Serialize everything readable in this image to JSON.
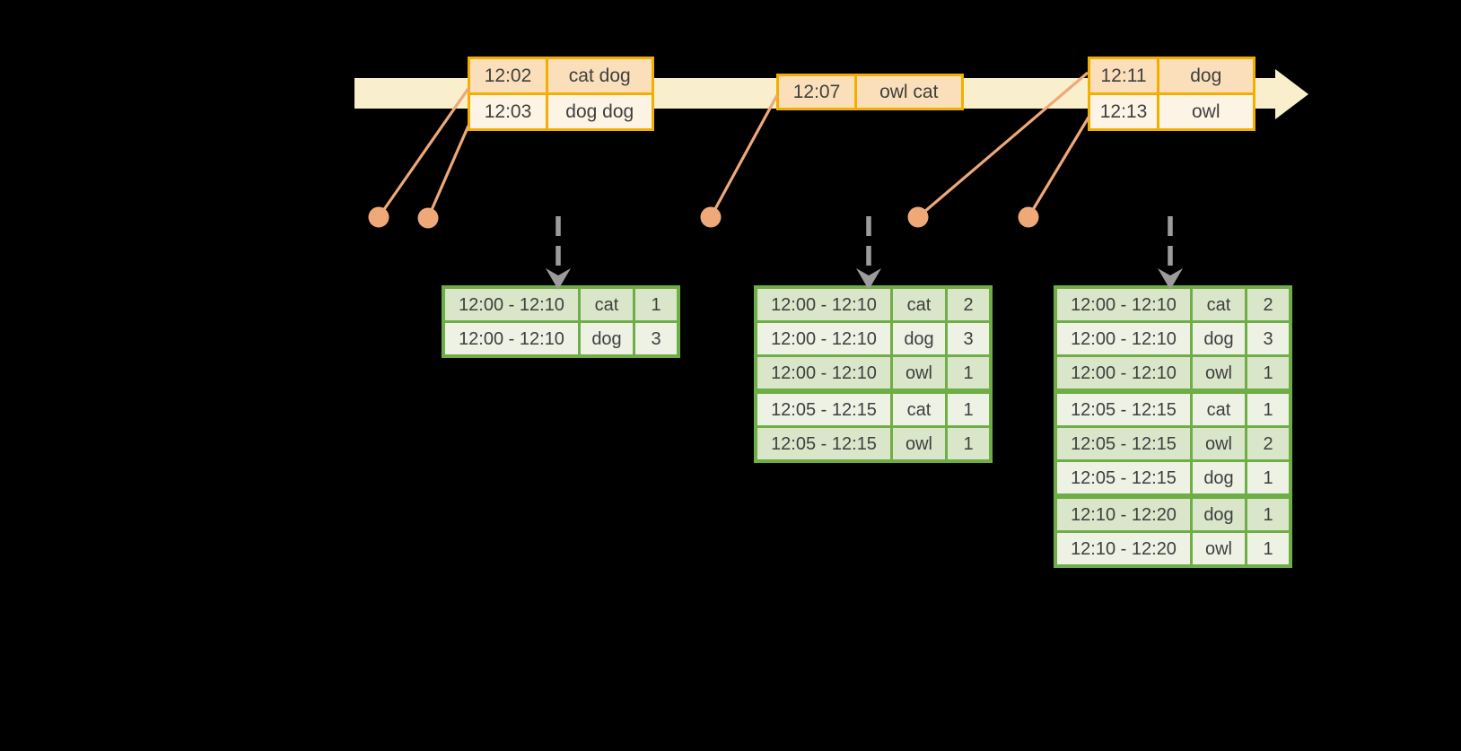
{
  "colors": {
    "background": "#000000",
    "timeline_fill": "#FAEFCC",
    "event_border": "#F2AF00",
    "event_row_dark": "#FBDFBA",
    "event_row_light": "#FDF4E5",
    "connector": "#EFA878",
    "trigger_arrow": "#9C9C9C",
    "table_border": "#6FAE46",
    "table_row_dark": "#D9E6CA",
    "table_row_light": "#EDF2E5",
    "text": "#3F3F3F"
  },
  "timeline": {
    "events": [
      {
        "rows": [
          {
            "time": "12:02",
            "words": "cat dog"
          },
          {
            "time": "12:03",
            "words": "dog dog"
          }
        ]
      },
      {
        "rows": [
          {
            "time": "12:07",
            "words": "owl cat"
          }
        ]
      },
      {
        "rows": [
          {
            "time": "12:11",
            "words": "dog"
          },
          {
            "time": "12:13",
            "words": "owl"
          }
        ]
      }
    ]
  },
  "result_tables": [
    {
      "rows": [
        {
          "window": "12:00 - 12:10",
          "word": "cat",
          "count": "1"
        },
        {
          "window": "12:00 - 12:10",
          "word": "dog",
          "count": "3"
        }
      ]
    },
    {
      "rows": [
        {
          "window": "12:00 - 12:10",
          "word": "cat",
          "count": "2"
        },
        {
          "window": "12:00 - 12:10",
          "word": "dog",
          "count": "3"
        },
        {
          "window": "12:00 - 12:10",
          "word": "owl",
          "count": "1"
        },
        {
          "window": "12:05 - 12:15",
          "word": "cat",
          "count": "1"
        },
        {
          "window": "12:05 - 12:15",
          "word": "owl",
          "count": "1"
        }
      ]
    },
    {
      "rows": [
        {
          "window": "12:00 - 12:10",
          "word": "cat",
          "count": "2"
        },
        {
          "window": "12:00 - 12:10",
          "word": "dog",
          "count": "3"
        },
        {
          "window": "12:00 - 12:10",
          "word": "owl",
          "count": "1"
        },
        {
          "window": "12:05 - 12:15",
          "word": "cat",
          "count": "1"
        },
        {
          "window": "12:05 - 12:15",
          "word": "owl",
          "count": "2"
        },
        {
          "window": "12:05 - 12:15",
          "word": "dog",
          "count": "1"
        },
        {
          "window": "12:10 - 12:20",
          "word": "dog",
          "count": "1"
        },
        {
          "window": "12:10 - 12:20",
          "word": "owl",
          "count": "1"
        }
      ]
    }
  ]
}
